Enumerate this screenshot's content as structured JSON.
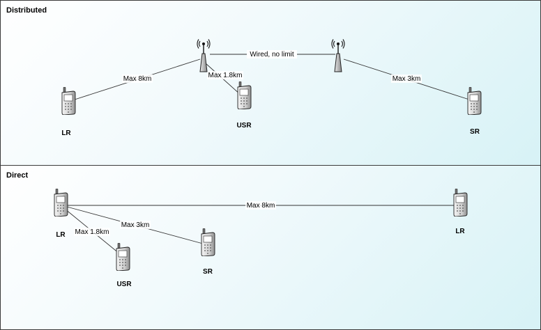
{
  "distributed": {
    "title": "Distributed",
    "links": {
      "lr_tower": "Max 8km",
      "usr_tower": "Max 1.8km",
      "wired": "Wired, no limit",
      "sr_tower": "Max 3km"
    },
    "devices": {
      "lr": "LR",
      "usr": "USR",
      "sr": "SR"
    }
  },
  "direct": {
    "title": "Direct",
    "links": {
      "lr_lr": "Max 8km",
      "lr_sr": "Max 3km",
      "lr_usr": "Max 1.8km"
    },
    "devices": {
      "lr_left": "LR",
      "usr": "USR",
      "sr": "SR",
      "lr_right": "LR"
    }
  }
}
